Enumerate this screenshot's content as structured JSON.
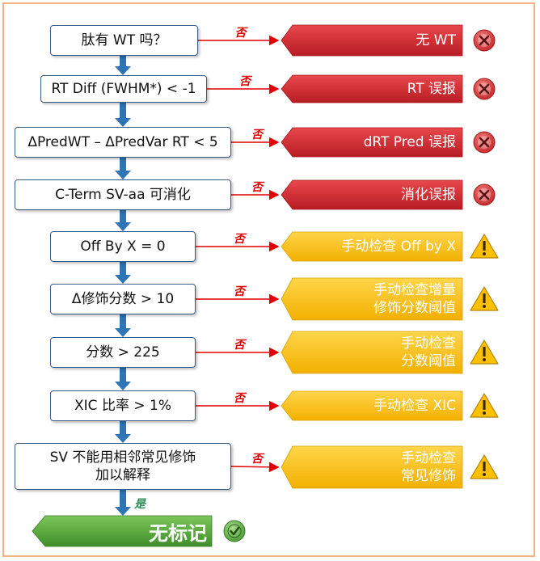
{
  "colors": {
    "error": "#d9242b",
    "warning": "#ffc000",
    "ok": "#5aab3a",
    "arrow": "#2e75b6",
    "no_line": "#e00000",
    "frame": "#f4b183"
  },
  "labels": {
    "no": "否",
    "yes": "是"
  },
  "checks": [
    {
      "text": "肽有 WT 吗？",
      "result": "无 WT",
      "severity": "error",
      "icon": "x-circle-icon"
    },
    {
      "text": "RT Diff (FWHM*) < -1",
      "result": "RT 误报",
      "severity": "error",
      "icon": "x-circle-icon"
    },
    {
      "text": "ΔPredWT – ΔPredVar RT < 5",
      "result": "dRT Pred 误报",
      "severity": "error",
      "icon": "x-circle-icon"
    },
    {
      "text": "C-Term SV-aa 可消化",
      "result": "消化误报",
      "severity": "error",
      "icon": "x-circle-icon"
    },
    {
      "text": "Off By X = 0",
      "result": "手动检查 Off by X",
      "severity": "warning",
      "icon": "warning-triangle-icon"
    },
    {
      "text": "Δ修饰分数 > 10",
      "result": "手动检查增量\n修饰分数阈值",
      "severity": "warning",
      "icon": "warning-triangle-icon"
    },
    {
      "text": "分数 > 225",
      "result": "手动检查\n分数阈值",
      "severity": "warning",
      "icon": "warning-triangle-icon"
    },
    {
      "text": "XIC 比率 > 1%",
      "result": "手动检查 XIC",
      "severity": "warning",
      "icon": "warning-triangle-icon"
    },
    {
      "text": "SV 不能用相邻常见修饰\n加以解释",
      "result": "手动检查\n常见修饰",
      "severity": "warning",
      "icon": "warning-triangle-icon"
    }
  ],
  "final": {
    "text": "无标记",
    "icon": "check-circle-icon"
  }
}
